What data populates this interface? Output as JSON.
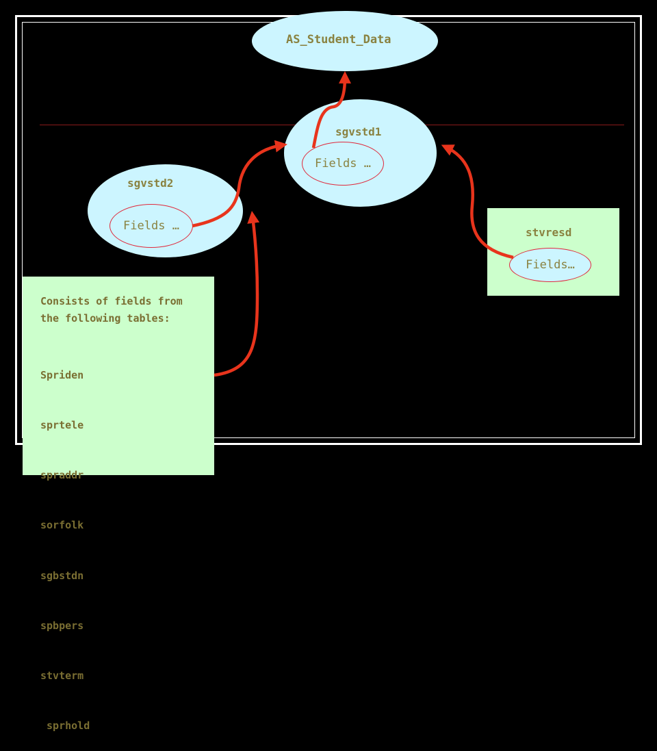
{
  "nodes": {
    "as_student_data": {
      "title": "AS_Student_Data"
    },
    "sgvstd1": {
      "title": "sgvstd1",
      "fields": "Fields …"
    },
    "sgvstd2": {
      "title": "sgvstd2",
      "fields": "Fields …"
    },
    "stvresd": {
      "title": "stvresd",
      "fields": "Fields…"
    }
  },
  "tables_box": {
    "description_line1": "Consists of fields from",
    "description_line2": "the following tables:",
    "tables": [
      "Spriden",
      "sprtele",
      "spraddr",
      "sorfolk",
      "sgbstdn",
      "spbpers",
      "stvterm",
      " sprhold"
    ]
  },
  "colors": {
    "background": "#000000",
    "ellipse_fill": "#ccf5ff",
    "box_fill": "#ccffcc",
    "arrow": "#e8341c",
    "text": "#8a8240"
  }
}
